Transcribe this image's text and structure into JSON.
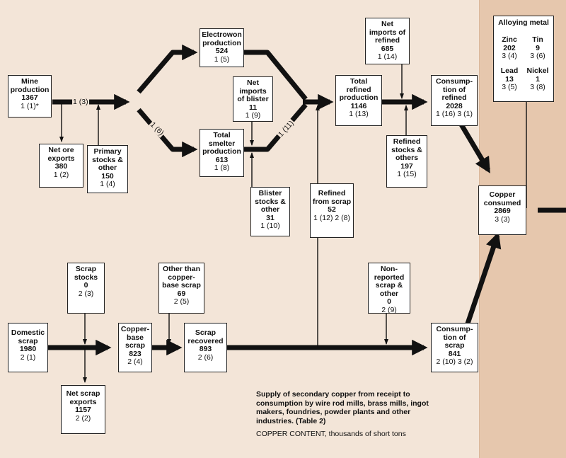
{
  "boxes": {
    "mine": {
      "title": "Mine production",
      "value": "1367",
      "ref": "1 (1)*"
    },
    "net_ore": {
      "title": "Net ore exports",
      "value": "380",
      "ref": "1 (2)"
    },
    "primary_stocks": {
      "title": "Primary stocks & other",
      "value": "150",
      "ref": "1 (4)"
    },
    "electrowon": {
      "title": "Electrowon production",
      "value": "524",
      "ref": "1 (5)"
    },
    "blister_imports": {
      "title": "Net imports of blister",
      "value": "11",
      "ref": "1 (9)"
    },
    "smelter": {
      "title": "Total smelter production",
      "value": "613",
      "ref": "1 (8)"
    },
    "blister_stocks": {
      "title": "Blister stocks & other",
      "value": "31",
      "ref": "1 (10)"
    },
    "total_refined": {
      "title": "Total refined production",
      "value": "1146",
      "ref": "1 (13)"
    },
    "refined_imports": {
      "title": "Net imports of refined",
      "value": "685",
      "ref": "1 (14)"
    },
    "refined_stocks": {
      "title": "Refined stocks & others",
      "value": "197",
      "ref": "1 (15)"
    },
    "consumption_refined": {
      "title": "Consump­tion of refined",
      "value": "2028",
      "ref": "1 (16)  3 (1)"
    },
    "copper_consumed": {
      "title": "Copper consumed",
      "value": "2869",
      "ref": "3 (3)"
    },
    "refined_scrap": {
      "title": "Refined from scrap",
      "value": "52",
      "ref": "1 (12)  2 (8)"
    },
    "scrap_stocks": {
      "title": "Scrap stocks",
      "value": "0",
      "ref": "2 (3)"
    },
    "other_than": {
      "title": "Other than copper-base scrap",
      "value": "69",
      "ref": "2 (5)"
    },
    "nonreported": {
      "title": "Non-reported scrap & other",
      "value": "0",
      "ref": "2 (9)"
    },
    "domestic_scrap": {
      "title": "Domestic scrap",
      "value": "1980",
      "ref": "2 (1)"
    },
    "copper_base": {
      "title": "Copper-base scrap",
      "value": "823",
      "ref": "2 (4)"
    },
    "scrap_recovered": {
      "title": "Scrap recovered",
      "value": "893",
      "ref": "2 (6)"
    },
    "net_scrap_exports": {
      "title": "Net scrap exports",
      "value": "1157",
      "ref": "2 (2)"
    },
    "consumption_scrap": {
      "title": "Consump­tion of scrap",
      "value": "841",
      "ref": "2 (10)  3 (2)"
    }
  },
  "flow_labels": {
    "mine_out": "1 (3)",
    "smelter_in": "1 (6)",
    "smelter_out": "1 (11)"
  },
  "alloying": {
    "title": "Alloying metal",
    "metals": [
      {
        "name": "Zinc",
        "value": "202",
        "ref": "3 (4)"
      },
      {
        "name": "Tin",
        "value": "9",
        "ref": "3 (6)"
      },
      {
        "name": "Lead",
        "value": "13",
        "ref": "3 (5)"
      },
      {
        "name": "Nickel",
        "value": "1",
        "ref": "3 (8)"
      }
    ]
  },
  "caption": {
    "text": "Supply of secondary copper from receipt to consumption by wire rod mills, brass mills, ingot makers, foundries, powder plants and other industries. (Table 2)",
    "units": "COPPER CONTENT, thousands of short tons"
  }
}
